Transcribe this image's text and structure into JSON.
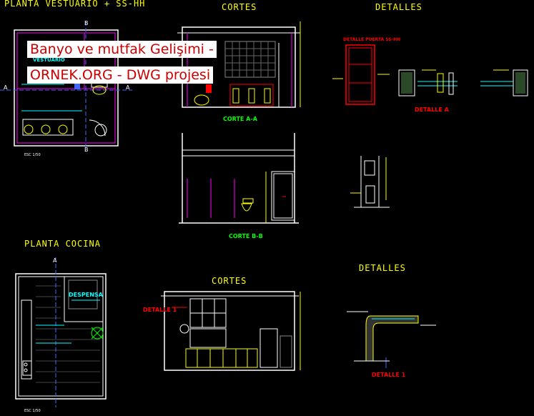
{
  "watermark": {
    "line1": "Banyo ve mutfak Gelişimi -",
    "line2": "ORNEK.ORG - DWG projesi",
    "text_color": "#cc0000",
    "bg_color": "#ffffff"
  },
  "titles": {
    "planta_vestuario": "PLANTA VESTUARIO + SS-HH",
    "cortes_top": "CORTES",
    "detalles_top": "DETALLES",
    "planta_cocina": "PLANTA COCINA",
    "cortes_bottom": "CORTES",
    "detalles_bottom": "DETALLES"
  },
  "labels": {
    "corte_aa": "CORTE A-A",
    "corte_bb": "CORTE B-B",
    "detalle_a": "DETALLE A",
    "detalle_1_left": "DETALLE 1",
    "detalle_1_right": "DETALLE 1",
    "detalle_puerta": "DETALLE PUERTA SS-HH",
    "despensa": "DESPENSA",
    "vestuario": "VESTUARIO",
    "escala_1": "ESC 1/50",
    "escala_2": "ESC 1/50",
    "axis_a_left": "A",
    "axis_a_right": "A",
    "axis_b_top": "B",
    "axis_b_bottom": "B",
    "axis_a_kitchen": "A"
  },
  "colors": {
    "background": "#000000",
    "wall": "#ffffff",
    "magenta": "#ff00ff",
    "yellow": "#ffff00",
    "green": "#00ff00",
    "cyan": "#00ffff",
    "red": "#ff0000",
    "blue": "#4466ff"
  }
}
